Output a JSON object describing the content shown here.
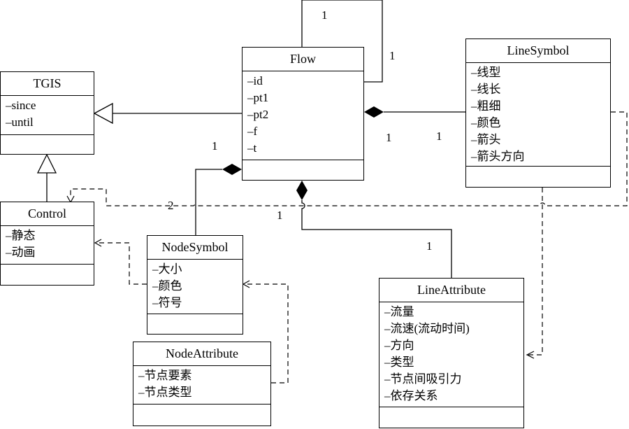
{
  "classes": {
    "flow": {
      "name": "Flow",
      "attributes": [
        "–id",
        "–pt1",
        "–pt2",
        "–f",
        "–t"
      ]
    },
    "tgis": {
      "name": "TGIS",
      "attributes": [
        "–since",
        "–until"
      ]
    },
    "linesymbol": {
      "name": "LineSymbol",
      "attributes": [
        "–线型",
        "–线长",
        "–粗细",
        "–颜色",
        "–箭头",
        "–箭头方向"
      ]
    },
    "control": {
      "name": "Control",
      "attributes": [
        "–静态",
        "–动画"
      ]
    },
    "nodesymbol": {
      "name": "NodeSymbol",
      "attributes": [
        "–大小",
        "–颜色",
        "–符号"
      ]
    },
    "nodeattribute": {
      "name": "NodeAttribute",
      "attributes": [
        "–节点要素",
        "–节点类型"
      ]
    },
    "lineattribute": {
      "name": "LineAttribute",
      "attributes": [
        "–流量",
        "–流速(流动时间)",
        "–方向",
        "–类型",
        "–节点间吸引力",
        "–依存关系"
      ]
    }
  },
  "multiplicities": {
    "self_top": "1",
    "self_right": "1",
    "flow_linesymbol_flow_end": "1",
    "flow_linesymbol_symbol_end": "1",
    "flow_nodesymbol": "1",
    "control_dependency": "2",
    "flow_lineattribute_flow_end": "1",
    "flow_lineattribute_attr_end": "1"
  }
}
